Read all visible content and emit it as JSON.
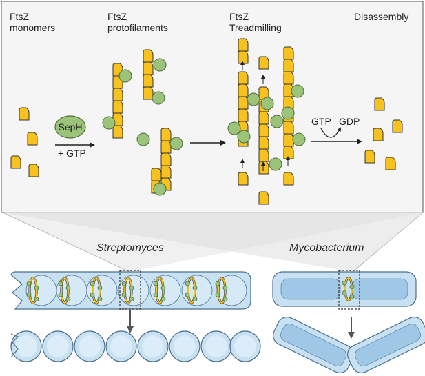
{
  "colors": {
    "ftsz_fill": "#f7c21e",
    "ftsz_stroke": "#333333",
    "seph_fill": "#9bc47a",
    "seph_stroke": "#4e6b3a",
    "cell_fill": "#c7e1f3",
    "cell_stroke": "#4a6f8a",
    "panel_bg": "#f5f5f5",
    "panel_border": "#555555"
  },
  "stages": {
    "monomers_line1": "FtsZ",
    "monomers_line2": "monomers",
    "protofilaments_line1": "FtsZ",
    "protofilaments_line2": "protofilaments",
    "treadmilling_line1": "FtsZ",
    "treadmilling_line2": "Treadmilling",
    "disassembly": "Disassembly"
  },
  "reaction": {
    "seph_label": "SepH",
    "gtp_label": "+ GTP",
    "gtp": "GTP",
    "gdp": "GDP"
  },
  "organisms": {
    "streptomyces": "Streptomyces",
    "mycobacterium": "Mycobacterium"
  }
}
